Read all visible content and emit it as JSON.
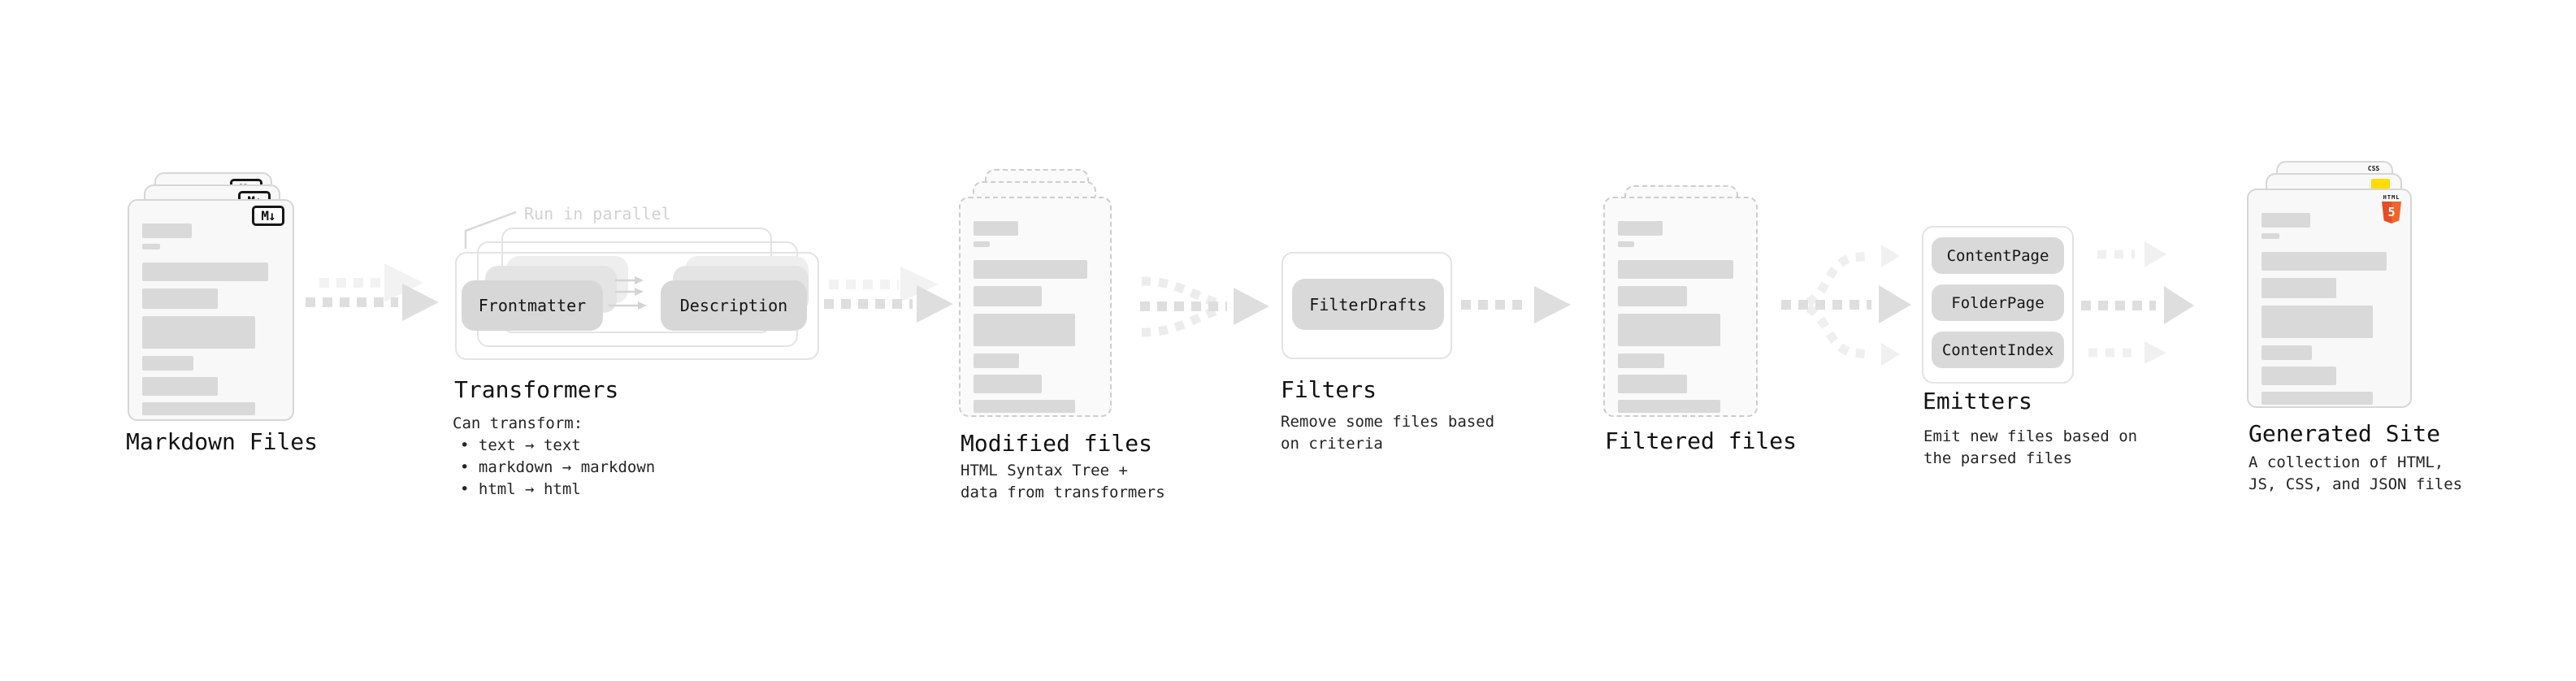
{
  "stages": {
    "markdown": {
      "title": "Markdown Files"
    },
    "transformers": {
      "title": "Transformers",
      "note": "Run in parallel",
      "pill_left": "Frontmatter",
      "pill_right": "Description",
      "desc": [
        "Can transform:",
        "• text → text",
        "• markdown → markdown",
        "• html → html"
      ]
    },
    "modified": {
      "title": "Modified files",
      "desc": [
        "HTML Syntax Tree +",
        "data from transformers"
      ]
    },
    "filters": {
      "title": "Filters",
      "pill": "FilterDrafts",
      "desc": [
        "Remove some files based",
        "on criteria"
      ]
    },
    "filtered": {
      "title": "Filtered files"
    },
    "emitters": {
      "title": "Emitters",
      "pills": [
        "ContentPage",
        "FolderPage",
        "ContentIndex"
      ],
      "desc": [
        "Emit new files based on",
        "the parsed files"
      ]
    },
    "generated": {
      "title": "Generated Site",
      "desc": [
        "A collection of HTML,",
        "JS, CSS, and JSON files"
      ]
    }
  },
  "badges": {
    "markdown": "M↓",
    "html5_label": "HTML",
    "html5_number": "5",
    "css": "CSS"
  },
  "icons": {
    "markdown": "markdown-icon",
    "html5": "html5-icon",
    "css": "css-icon",
    "js": "js-icon"
  },
  "colors": {
    "background": "#ffffff",
    "card_fill": "#f8f8f8",
    "bar_gray": "#d9d9d9",
    "pill_gray": "#d7d7d7",
    "arrow_gray": "#dedede",
    "arrow_ghost": "#f2f2f2",
    "note_gray": "#d2d2d2",
    "html5_orange": "#e44d26",
    "html5_orange_light": "#f16529",
    "js_yellow": "#ffdd00",
    "css_blue": "#2e6bf0"
  },
  "doc_bars": [
    {
      "f": 0.36,
      "h": 18,
      "mt": 0
    },
    {
      "f": 0.13,
      "h": 7,
      "mt": 7
    },
    {
      "f": 0.92,
      "h": 23,
      "mt": 16
    },
    {
      "f": 0.55,
      "h": 25,
      "mt": 9
    },
    {
      "f": 0.82,
      "h": 40,
      "mt": 9
    },
    {
      "f": 0.37,
      "h": 18,
      "mt": 9
    },
    {
      "f": 0.55,
      "h": 23,
      "mt": 8
    },
    {
      "f": 0.82,
      "h": 16,
      "mt": 8
    }
  ]
}
